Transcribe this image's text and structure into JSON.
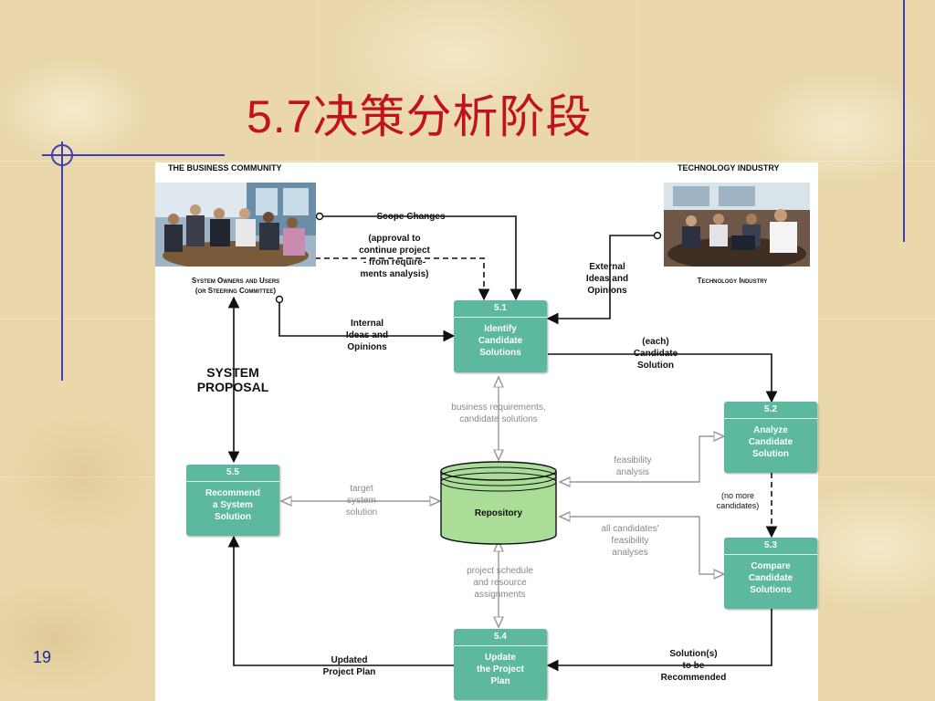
{
  "title": "5.7决策分析阶段",
  "page_number": "19",
  "diagram": {
    "header_left": "THE BUSINESS COMMUNITY",
    "header_right": "TECHNOLOGY INDUSTRY",
    "caption_left": "System Owners and Users\n(or Steering Committee)",
    "caption_right": "Technology Industry",
    "system_proposal": "SYSTEM\nPROPOSAL",
    "processes": [
      {
        "id": "5.1",
        "name": "Identify\nCandidate\nSolutions"
      },
      {
        "id": "5.2",
        "name": "Analyze\nCandidate\nSolution"
      },
      {
        "id": "5.3",
        "name": "Compare\nCandidate\nSolutions"
      },
      {
        "id": "5.4",
        "name": "Update\nthe Project\nPlan"
      },
      {
        "id": "5.5",
        "name": "Recommend\na System\nSolution"
      }
    ],
    "repository": "Repository",
    "flows": {
      "scope_changes": "Scope Changes",
      "approval": "(approval to\ncontinue project\n- from require-\nments analysis)",
      "external_ideas": "External\nIdeas and\nOpinions",
      "internal_ideas": "Internal\nIdeas and\nOpinions",
      "each_candidate": "(each)\nCandidate\nSolution",
      "no_more": "(no more\ncandidates)",
      "solutions_recommended": "Solution(s)\nto be\nRecommended",
      "updated_plan": "Updated\nProject Plan"
    },
    "repo_flows": {
      "business_requirements": "business requirements,\ncandidate solutions",
      "feasibility": "feasibility\nanalysis",
      "target_system": "target\nsystem\nsolution",
      "all_candidates": "all candidates'\nfeasibility\nanalyses",
      "project_schedule": "project schedule\nand resource\nassignments"
    }
  },
  "colors": {
    "title": "#c1121f",
    "process_fill": "#5cb89e",
    "repository_fill": "#a9dd98",
    "decor_line": "#3b3fb8"
  }
}
